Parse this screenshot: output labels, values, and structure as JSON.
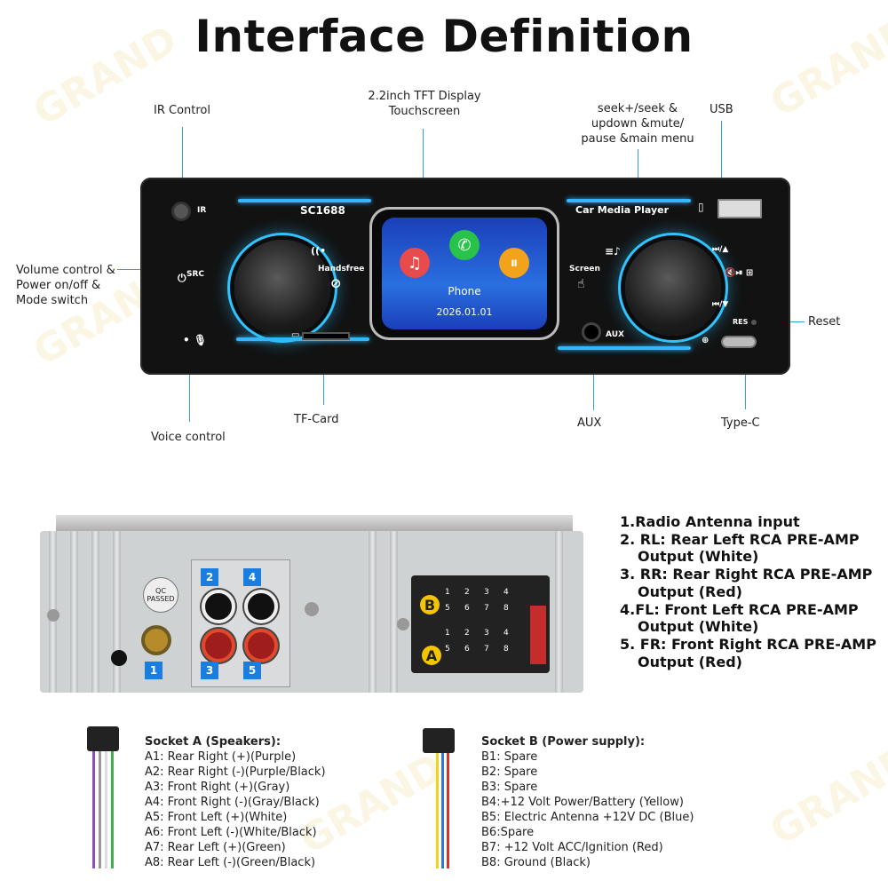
{
  "title": "Interface Definition",
  "watermark": "GRAND",
  "labels": {
    "ir": "IR Control",
    "display_line1": "2.2inch TFT Display",
    "display_line2": "Touchscreen",
    "seek_line1": "seek+/seek &",
    "seek_line2": "updown &mute/",
    "seek_line3": "pause &main menu",
    "usb": "USB",
    "volume_line1": "Volume control &",
    "volume_line2": "Power on/off &",
    "volume_line3": "Mode switch",
    "reset": "Reset",
    "voice": "Voice control",
    "tfcard": "TF-Card",
    "aux": "AUX",
    "typec": "Type-C"
  },
  "device": {
    "model": "SC1688",
    "brand_text": "Car Media Player",
    "ir_mark": "IR",
    "src_mark": "SRC",
    "handsfree": "Handsfree",
    "screen_btn": "Screen",
    "aux_mark": "AUX",
    "res_mark": "RES",
    "display_app": "Phone",
    "display_date": "2026.01.01"
  },
  "rear": {
    "passed": "QC PASSED",
    "tags": [
      "1",
      "2",
      "3",
      "4",
      "5"
    ],
    "socket_b_letter": "B",
    "socket_a_letter": "A",
    "pins_top": [
      "1",
      "2",
      "3",
      "4"
    ],
    "pins_bottom": [
      "5",
      "6",
      "7",
      "8"
    ]
  },
  "outputs": [
    "1.Radio Antenna input",
    "2. RL: Rear Left RCA PRE-AMP",
    "Output (White)",
    "3. RR: Rear Right RCA PRE-AMP",
    "Output (Red)",
    "4.FL: Front Left RCA PRE-AMP",
    "Output (White)",
    "5. FR: Front Right RCA PRE-AMP",
    "Output (Red)"
  ],
  "socket_a": {
    "heading": "Socket A (Speakers):",
    "items": [
      "A1: Rear Right (+)(Purple)",
      "A2: Rear Right (-)(Purple/Black)",
      "A3: Front Right (+)(Gray)",
      "A4: Front Right (-)(Gray/Black)",
      "A5: Front Left (+)(White)",
      "A6: Front Left (-)(White/Black)",
      "A7: Rear Left (+)(Green)",
      "A8: Rear Left (-)(Green/Black)"
    ]
  },
  "socket_b": {
    "heading": "Socket B (Power supply):",
    "items": [
      "B1: Spare",
      "B2: Spare",
      "B3: Spare",
      "B4:+12 Volt Power/Battery (Yellow)",
      "B5: Electric Antenna +12V DC (Blue)",
      "B6:Spare",
      "B7: +12 Volt ACC/lgnition (Red)",
      "B8: Ground (Black)"
    ]
  },
  "colors": {
    "accent": "#39a0d8",
    "glow": "#34b7ff",
    "tag": "#1a7de0",
    "letter": "#f5c400"
  }
}
